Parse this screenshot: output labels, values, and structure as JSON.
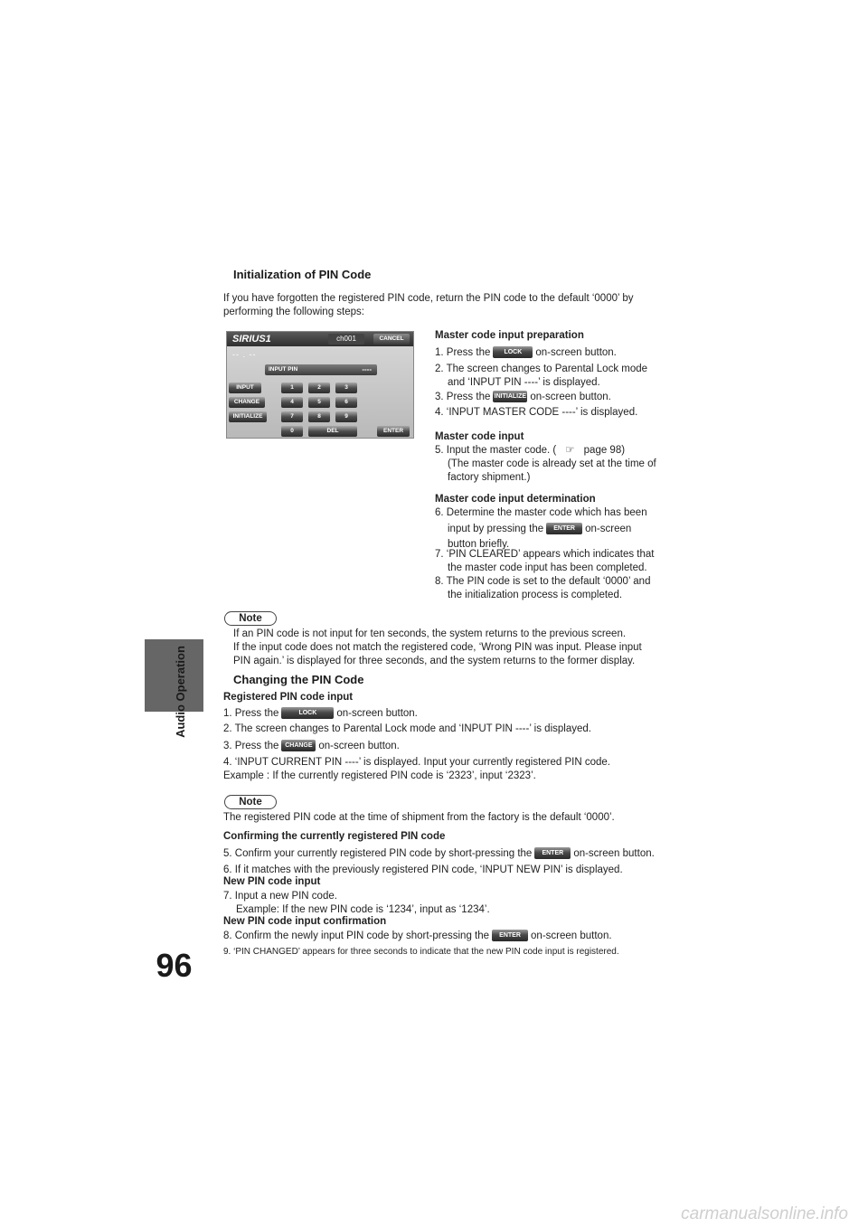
{
  "page_number": "96",
  "side_label": "Audio Operation",
  "section1": {
    "heading": "Initialization of PIN Code",
    "intro_line1": "If you have forgotten the registered PIN code, return the PIN code to the default ‘0000’ by",
    "intro_line2": "performing the following steps:"
  },
  "screen": {
    "logo": "SIRIUS1",
    "channel": "ch001",
    "cancel": "CANCEL",
    "dash": "-- . --",
    "input_pin_label": "INPUT PIN",
    "input_pin_value": "----",
    "side_buttons": [
      "INPUT",
      "CHANGE",
      "INITIALIZE"
    ],
    "keys": [
      "1",
      "2",
      "3",
      "4",
      "5",
      "6",
      "7",
      "8",
      "9",
      "0"
    ],
    "del": "DEL",
    "enter": "ENTER"
  },
  "steps1": {
    "h_prep": "Master code input preparation",
    "s1_a": "1. Press the",
    "s1_btn": "LOCK",
    "s1_b": "on-screen button.",
    "s2_a": "2. The screen changes to Parental Lock mode",
    "s2_b": "and ‘INPUT PIN ----’ is displayed.",
    "s3_a": "3. Press the",
    "s3_btn": "INITIALIZE",
    "s3_b": "on-screen button.",
    "s4": "4. ‘INPUT MASTER CODE ----’ is displayed.",
    "h_input": "Master code input",
    "s5_a": "5. Input the master code. (",
    "s5_b": "page 98)",
    "s5_c": "(The master code is already set at the time of",
    "s5_d": "factory shipment.)",
    "h_det": "Master code input determination",
    "s6_a": "6. Determine the master code which has been",
    "s6_b": "input by pressing the",
    "s6_btn": "ENTER",
    "s6_c": "on-screen",
    "s6_d": "button briefly.",
    "s7_a": "7. ‘PIN CLEARED’ appears which indicates that",
    "s7_b": "the master code input has been completed.",
    "s8_a": "8. The PIN code is set to the default ‘0000’ and",
    "s8_b": "the initialization process is completed."
  },
  "note1": {
    "label": "Note",
    "l1": "If an PIN code is not input for ten seconds, the system returns to the previous screen.",
    "l2": "If the input code does not match the registered code, ‘Wrong PIN was input. Please input",
    "l3": "PIN again.’ is displayed for three seconds, and the system returns to the former display."
  },
  "section2": {
    "heading": "Changing the PIN Code",
    "h_reg": "Registered PIN code input",
    "s1_a": "1. Press the",
    "s1_btn": "LOCK",
    "s1_b": "on-screen button.",
    "s2": "2. The screen changes to Parental Lock mode and ‘INPUT PIN ----’ is displayed.",
    "s3_a": "3. Press the",
    "s3_btn": "CHANGE",
    "s3_b": "on-screen button.",
    "s4": "4. ‘INPUT CURRENT PIN ----’ is displayed. Input your currently registered PIN code.",
    "s4_ex": "Example : If the currently registered PIN code is ‘2323’, input ‘2323’."
  },
  "note2": {
    "label": "Note",
    "text": "The registered PIN code at the time of shipment from the factory is the default ‘0000’."
  },
  "section3": {
    "h_confirm": "Confirming the currently registered PIN code",
    "s5_a": "5. Confirm your currently registered PIN code by short-pressing the",
    "s5_btn": "ENTER",
    "s5_b": "on-screen button.",
    "s6": "6. If it matches with the previously registered PIN code, ‘INPUT NEW PIN’ is displayed.",
    "h_new": "New PIN code input",
    "s7": "7. Input a new PIN code.",
    "s7_ex": "Example: If the new PIN code is ‘1234’, input as ‘1234’.",
    "h_newconf": "New PIN code input confirmation",
    "s8_a": "8. Confirm the newly input PIN code by short-pressing the",
    "s8_btn": "ENTER",
    "s8_b": "on-screen button.",
    "s9": "9. ‘PIN CHANGED’ appears for three seconds to indicate that the new PIN code input is registered."
  },
  "footer": "carmanualsonline.info"
}
